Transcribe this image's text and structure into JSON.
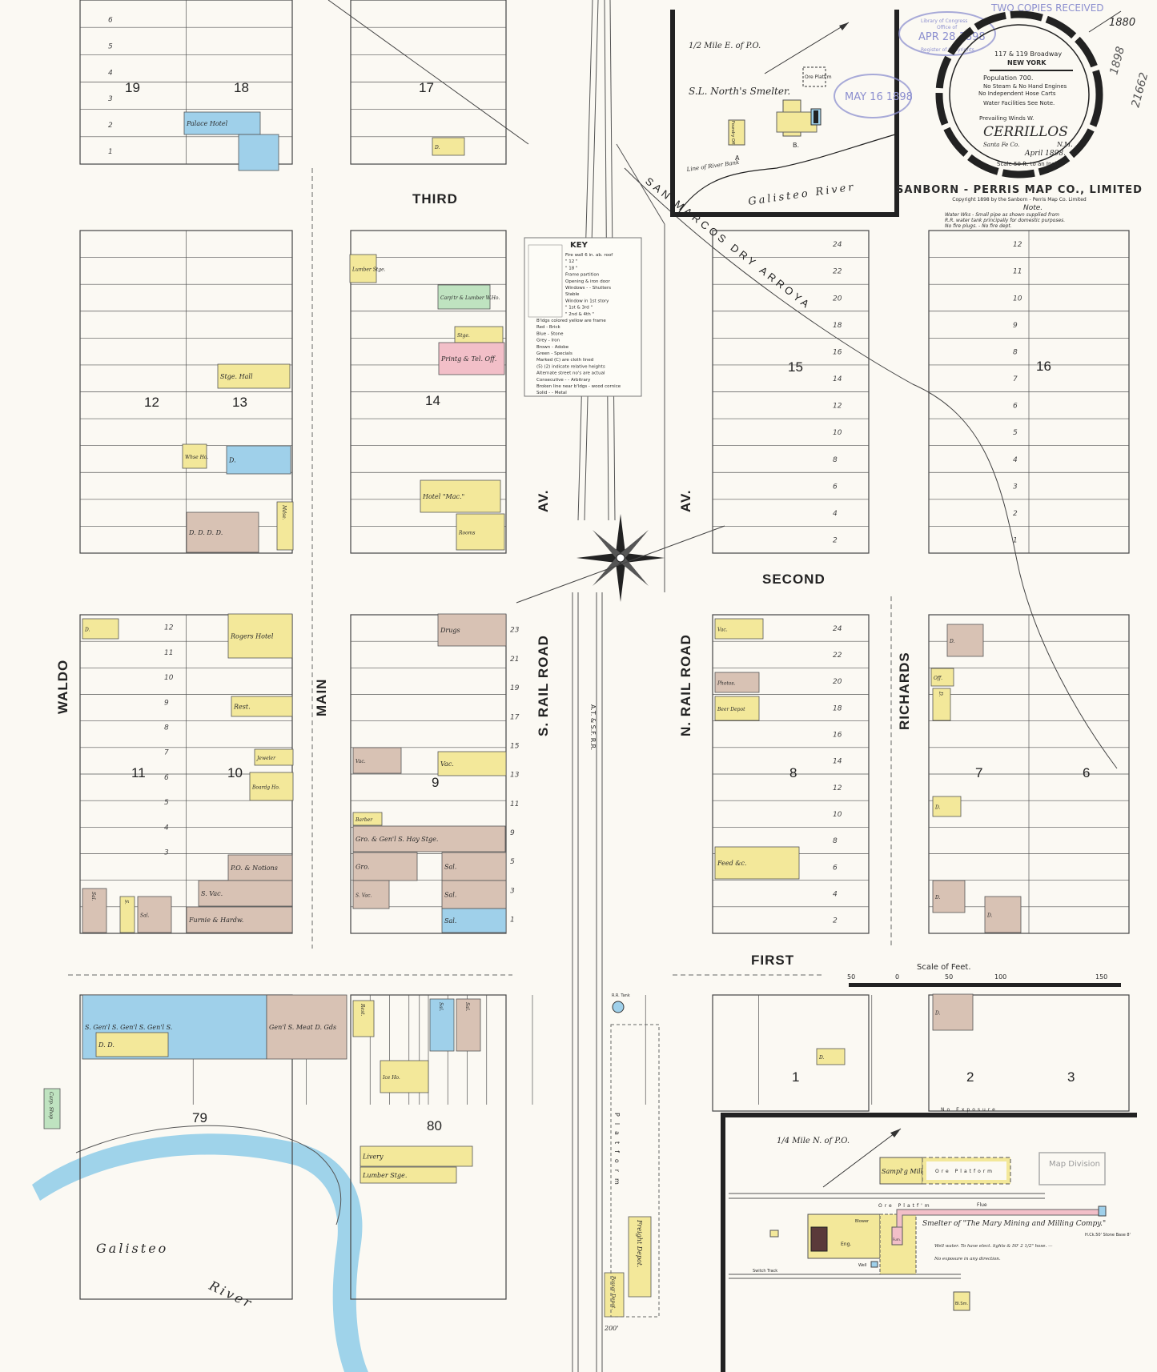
{
  "title_cartouche": {
    "publisher": "SANBORN - PERRIS MAP CO., LIMITED",
    "address": "117 & 119 Broadway",
    "city": "NEW YORK",
    "population": "Population 700.",
    "engines": "No Steam & No Hand Engines",
    "hose_carts": "No Independent Hose Carts",
    "water": "Water Facilities  See Note.",
    "winds": "Prevailing Winds  W.",
    "town": "CERRILLOS",
    "county": "Santa Fe Co.",
    "state": "N.M.",
    "date": "April 1898.",
    "scale": "Scale 50 ft. to an Inch.",
    "copyright": "Copyright 1898 by the Sanborn - Perris Map Co. Limited"
  },
  "note": {
    "heading": "Note.",
    "lines": [
      "Water Wks - Small pipe as shown supplied from",
      "R.R. water tank principally for domestic purposes.",
      "No fire plugs. - No fire dept."
    ]
  },
  "stamps": {
    "copyright_office": [
      "Library of Congress",
      "Office of",
      "APR 28 1898",
      "Register of Copyrights"
    ],
    "deposit": [
      "MAY 16 1898"
    ],
    "two_copies": "TWO COPIES RECEIVED",
    "map_division": "Map Division",
    "handwritten": [
      "1880",
      "1898",
      "21662"
    ]
  },
  "streets": {
    "third": "THIRD",
    "second": "SECOND",
    "first": "FIRST",
    "waldo": "WALDO",
    "main": "MAIN",
    "s_rail_road": "S. RAIL ROAD",
    "n_rail_road": "N. RAIL ROAD",
    "richards": "RICHARDS",
    "av_west": "AV.",
    "av_east": "AV.",
    "arroyo": "SAN MARCOS DRY ARROYA",
    "railroad": "A.T. & S.F. R.R."
  },
  "blocks": [
    "19",
    "18",
    "17",
    "12",
    "13",
    "14",
    "15",
    "16",
    "11",
    "10",
    "9",
    "8",
    "7",
    "6",
    "79",
    "80",
    "1",
    "2",
    "3"
  ],
  "lots": {
    "block19": [
      "6",
      "5",
      "4",
      "3",
      "2",
      "1"
    ],
    "block15": [
      "24",
      "22",
      "20",
      "18",
      "16",
      "14",
      "12",
      "10",
      "8",
      "6",
      "4",
      "2"
    ],
    "block16": [
      "12",
      "11",
      "10",
      "9",
      "8",
      "7",
      "6",
      "5",
      "4",
      "3",
      "2",
      "1"
    ],
    "block11": [
      "12",
      "11",
      "10",
      "9",
      "8",
      "7",
      "6",
      "5",
      "4",
      "3"
    ],
    "block9": [
      "23",
      "21",
      "19",
      "17",
      "15",
      "13",
      "11",
      "9",
      "5",
      "3",
      "1"
    ],
    "block8": [
      "24",
      "22",
      "20",
      "18",
      "16",
      "14",
      "12",
      "10",
      "8",
      "6",
      "4",
      "2"
    ]
  },
  "buildings": [
    {
      "label": "Palace Hotel",
      "material": "stone"
    },
    {
      "label": "",
      "material": "stone"
    },
    {
      "label": "D.",
      "material": "frame"
    },
    {
      "label": "Lumber Stge.",
      "material": "frame"
    },
    {
      "label": "Carp'tr & Lumber W.Ho.",
      "material": "special"
    },
    {
      "label": "Stge.",
      "material": "frame"
    },
    {
      "label": "Printg & Tel. Off.",
      "material": "brick"
    },
    {
      "label": "Hotel \"Mac.\"",
      "material": "frame"
    },
    {
      "label": "Rooms",
      "material": "frame"
    },
    {
      "label": "Stge. Hall",
      "material": "frame"
    },
    {
      "label": "D.",
      "material": "stone"
    },
    {
      "label": "Whse Ho.",
      "material": "frame"
    },
    {
      "label": "D.  D.  D.  D.",
      "material": "adobe"
    },
    {
      "label": "Mdse.",
      "material": "frame"
    },
    {
      "label": "Drugs",
      "material": "adobe"
    },
    {
      "label": "Vac.",
      "material": "adobe"
    },
    {
      "label": "Vac.",
      "material": "frame"
    },
    {
      "label": "Barber",
      "material": "frame"
    },
    {
      "label": "Gro. & Gen'l S.   Hay Stge.",
      "material": "adobe"
    },
    {
      "label": "Gro.",
      "material": "adobe"
    },
    {
      "label": "Sal.",
      "material": "adobe"
    },
    {
      "label": "S. Vac.",
      "material": "adobe"
    },
    {
      "label": "Sal.",
      "material": "adobe"
    },
    {
      "label": "Sal.",
      "material": "stone"
    },
    {
      "label": "Rest.",
      "material": "frame"
    },
    {
      "label": "Jeweler",
      "material": "frame"
    },
    {
      "label": "Boardg Ho.",
      "material": "frame"
    },
    {
      "label": "P.O. & Notions",
      "material": "adobe"
    },
    {
      "label": "S. Vac.",
      "material": "adobe"
    },
    {
      "label": "Furnie & Hardw.",
      "material": "adobe"
    },
    {
      "label": "Sal.",
      "material": "adobe"
    },
    {
      "label": "S.",
      "material": "frame"
    },
    {
      "label": "Sal.",
      "material": "adobe"
    },
    {
      "label": "Rogers Hotel",
      "material": "frame"
    },
    {
      "label": "D.",
      "material": "frame"
    },
    {
      "label": "Vac.",
      "material": "frame"
    },
    {
      "label": "Photos.",
      "material": "adobe"
    },
    {
      "label": "Beer Depot",
      "material": "frame"
    },
    {
      "label": "Feed &c.",
      "material": "frame"
    },
    {
      "label": "Off.",
      "material": "frame"
    },
    {
      "label": "S.  Gen'l S.  Gen'l S.  Gen'l S.",
      "material": "stone"
    },
    {
      "label": "Gen'l S.  Meat  D. Gds",
      "material": "adobe"
    },
    {
      "label": "D.  D.",
      "material": "frame"
    },
    {
      "label": "Rest.",
      "material": "frame"
    },
    {
      "label": "Ice Ho.",
      "material": "frame"
    },
    {
      "label": "Sal.",
      "material": "stone"
    },
    {
      "label": "Sal.",
      "material": "adobe"
    },
    {
      "label": "Livery",
      "material": "frame"
    },
    {
      "label": "Lumber Stge.",
      "material": "frame"
    },
    {
      "label": "Freight Depot.",
      "material": "frame"
    },
    {
      "label": "Passgr Depot.",
      "material": "frame"
    },
    {
      "label": "D.",
      "material": "adobe"
    },
    {
      "label": "D.",
      "material": "adobe"
    },
    {
      "label": "D.",
      "material": "frame"
    },
    {
      "label": "D.",
      "material": "frame"
    },
    {
      "label": "D.",
      "material": "adobe"
    },
    {
      "label": "D.",
      "material": "frame"
    },
    {
      "label": "D.",
      "material": "adobe"
    },
    {
      "label": "Carp. Shop",
      "material": "special"
    }
  ],
  "material_colors": {
    "frame": "#f3e89a",
    "brick": "#f2bfc8",
    "stone": "#9fd0ea",
    "iron": "#c9c9c9",
    "adobe": "#d8c2b4",
    "special": "#bfe3c0"
  },
  "key": {
    "title": "KEY",
    "rows": [
      "Fire wall 6 in. ab. roof",
      "\" 12 \"",
      "\" 18 \"",
      "Frame partition",
      "Opening & iron door",
      "Windows - - Shutters",
      "Stable",
      "Window in 1st story",
      "\" 1st & 3rd \"",
      "\" 2nd & 4th \"",
      "B'ldgs colored yellow are frame",
      "Red - Brick",
      "Blue - Stone",
      "Grey - Iron",
      "Brown - Adobe",
      "Green - Specials",
      "Marked (C) are cloth lined",
      "(5) (2) indicate relative heights",
      "Alternate street no's are actual",
      "Consecutive - - Arbitrary",
      "Broken line near b'ldgs - wood cornice",
      "Solid - - Metal"
    ]
  },
  "inset_north_smelter": {
    "location": "1/2 Mile E. of P.O.",
    "name": "S.L. North's Smelter.",
    "ore_platform": "Ore Platf'm",
    "foundry": "Foundry Off.",
    "bldg_a": "A",
    "bldg_b": "B.",
    "river_bank": "Line of River Bank",
    "river": "Galisteo  River"
  },
  "inset_mary_smelter": {
    "location": "1/4 Mile N. of P.O.",
    "name": "Smelter of \"The Mary Mining and Milling Compy.\"",
    "sampling_mill": "Sampl'g Mill",
    "ore_platform": "Ore Platform",
    "ore_platform2": "Ore Platf'm",
    "flue": "Flue",
    "stack": "H.Ck.50' Stone Base 8'",
    "furnace": "Furn.",
    "engine": "Eng.",
    "blower": "Blower",
    "well": "Well",
    "blacksmith": "Bl.Sm.",
    "switch_track": "Switch Track",
    "note1": "Well water. To have elect. lights & 50' 2 1/2\" hose. —",
    "note2": "No exposure in any direction."
  },
  "scale_bar": {
    "label": "Scale of Feet.",
    "ticks": [
      "50",
      "0",
      "50",
      "100",
      "150"
    ]
  },
  "misc": {
    "galisteo_river": "Galisteo",
    "river": "River",
    "rr_tank": "R.R. Tank",
    "platform": "Platform",
    "no_exposure": "No Exposure",
    "distance_200": "200'"
  }
}
